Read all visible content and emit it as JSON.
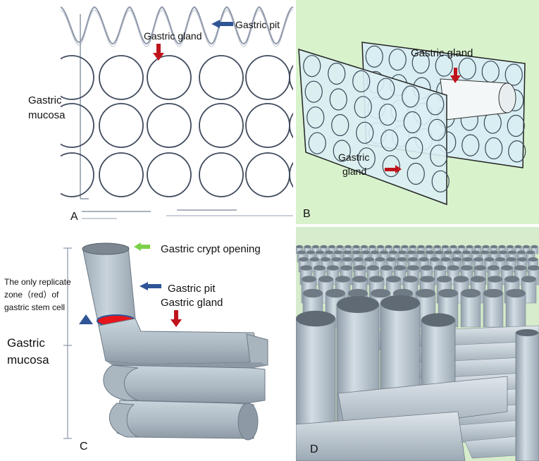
{
  "figure": {
    "panel_a": {
      "letter": "A",
      "label_gastric_gland": "Gastric gland",
      "label_gastric_pit": "Gastric pit",
      "label_gastric_mucosa_line1": "Gastric",
      "label_gastric_mucosa_line2": "mucosa"
    },
    "panel_b": {
      "letter": "B",
      "label_gastric_gland_top": "Gastric gland",
      "label_gastric_gland_line1": "Gastric",
      "label_gastric_gland_line2": "gland",
      "background_color": "#d8f2cc"
    },
    "panel_c": {
      "letter": "C",
      "label_crypt_opening": "Gastric crypt opening",
      "label_gastric_pit": "Gastric pit",
      "label_gastric_gland": "Gastric gland",
      "label_replicate_line1": "The only replicate",
      "label_replicate_line2": "zone（red）of",
      "label_replicate_line3": "gastric stem cell",
      "label_gastric_mucosa_line1": "Gastric",
      "label_gastric_mucosa_line2": "mucosa"
    },
    "panel_d": {
      "letter": "D",
      "background_color": "#d6eccc"
    },
    "colors": {
      "arrow_red": "#c0141c",
      "arrow_blue": "#2f5597",
      "arrow_green": "#7cd14a",
      "triangle_blue": "#2f5597",
      "replicate_zone_red": "#e8141c",
      "tube_fill": "#b9c7d2",
      "tube_dark": "#8d9aa6",
      "circle_stroke": "#3f4a5c"
    }
  }
}
